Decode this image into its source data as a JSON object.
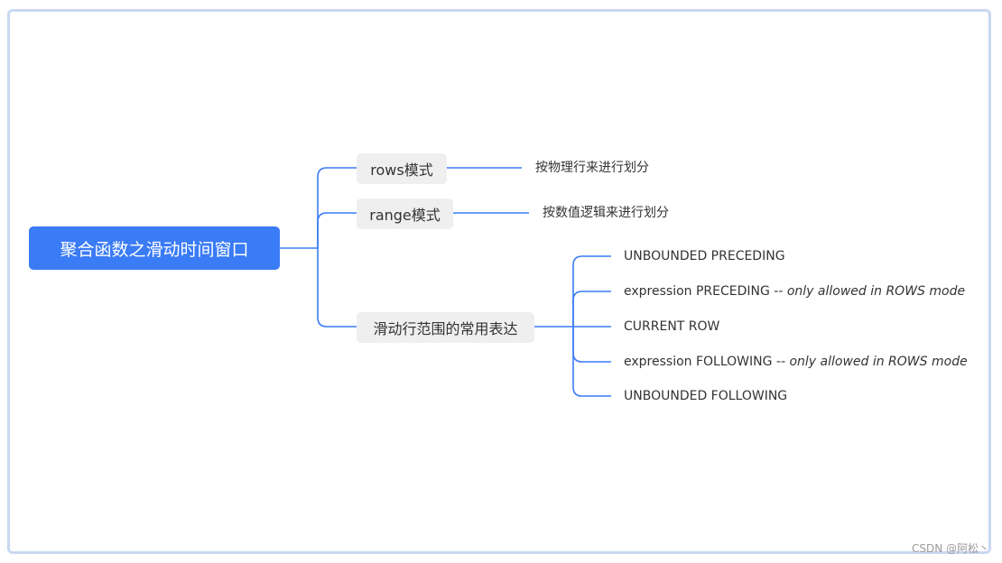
{
  "mindmap": {
    "root": "聚合函数之滑动时间窗口",
    "branches": [
      {
        "label": "rows模式",
        "leaf": "按物理行来进行划分"
      },
      {
        "label": "range模式",
        "leaf": "按数值逻辑来进行划分"
      },
      {
        "label": "滑动行范围的常用表达",
        "leaves": [
          {
            "text": "UNBOUNDED PRECEDING",
            "note": ""
          },
          {
            "text": "expression PRECEDING ",
            "note": "-- only allowed in ROWS mode"
          },
          {
            "text": "CURRENT ROW",
            "note": ""
          },
          {
            "text": "expression FOLLOWING ",
            "note": "-- only allowed in ROWS mode"
          },
          {
            "text": "UNBOUNDED FOLLOWING",
            "note": ""
          }
        ]
      }
    ],
    "line_color": "#3a7bf6",
    "root_color": "#3a7bf6",
    "branch_bg": "#efefef"
  },
  "watermark": "CSDN @阿松丶"
}
